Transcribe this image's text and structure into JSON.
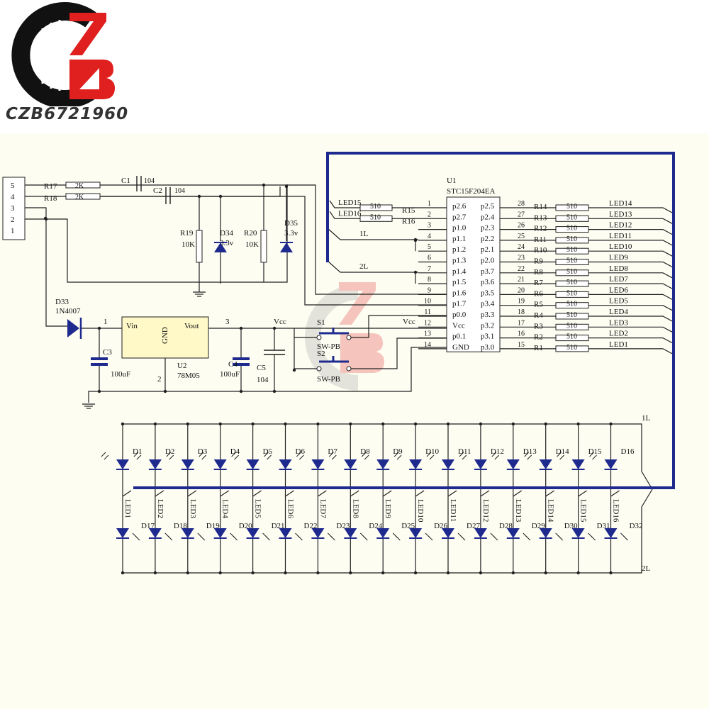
{
  "brand": {
    "text": "CZB6721960",
    "accent": "#e01f1f",
    "dark": "#111111"
  },
  "colors": {
    "schematic_bg": "#fdfdf2",
    "wire": "#202020",
    "bus": "#1f2a8f",
    "diode_fill": "#1f2a8f"
  },
  "connector": {
    "pins": [
      "5",
      "4",
      "3",
      "2",
      "1"
    ]
  },
  "input": {
    "r17": "R17",
    "r17_val": "2K",
    "r18": "R18",
    "r18_val": "2K",
    "c1": "C1",
    "c1_val": "104",
    "c2": "C2",
    "c2_val": "104",
    "r19": "R19",
    "r19_val": "10K",
    "r20": "R20",
    "r20_val": "10K",
    "d34": "D34",
    "d34_val": "3.3v",
    "d35": "D35",
    "d35_val": "3.3v"
  },
  "power": {
    "d33": "D33",
    "d33_val": "1N4007",
    "u2": "U2",
    "u2_val": "78M05",
    "vin": "Vin",
    "vout": "Vout",
    "gnd": "GND",
    "pin1": "1",
    "pin2": "2",
    "pin3": "3",
    "vcc": "Vcc",
    "c3": "C3",
    "c3_val": "100uF",
    "c4": "C4",
    "c4_val": "100uF",
    "c5": "C5",
    "c5_val": "104"
  },
  "switches": {
    "s1": "S1",
    "s1_val": "SW-PB",
    "s2": "S2",
    "s2_val": "SW-PB",
    "vcc": "Vcc"
  },
  "mcu": {
    "ref": "U1",
    "part": "STC15F204EA",
    "left_pins": [
      {
        "num": "1",
        "name": "p2.6"
      },
      {
        "num": "2",
        "name": "p2.7"
      },
      {
        "num": "3",
        "name": "p1.0"
      },
      {
        "num": "4",
        "name": "p1.1"
      },
      {
        "num": "5",
        "name": "p1.2"
      },
      {
        "num": "6",
        "name": "p1.3"
      },
      {
        "num": "7",
        "name": "p1.4"
      },
      {
        "num": "8",
        "name": "p1.5"
      },
      {
        "num": "9",
        "name": "p1.6"
      },
      {
        "num": "10",
        "name": "p1.7"
      },
      {
        "num": "11",
        "name": "p0.0"
      },
      {
        "num": "12",
        "name": "Vcc"
      },
      {
        "num": "13",
        "name": "p0.1"
      },
      {
        "num": "14",
        "name": "GND"
      }
    ],
    "right_pins": [
      {
        "num": "28",
        "name": "p2.5"
      },
      {
        "num": "27",
        "name": "p2.4"
      },
      {
        "num": "26",
        "name": "p2.3"
      },
      {
        "num": "25",
        "name": "p2.2"
      },
      {
        "num": "24",
        "name": "p2.1"
      },
      {
        "num": "23",
        "name": "p2.0"
      },
      {
        "num": "22",
        "name": "p3.7"
      },
      {
        "num": "21",
        "name": "p3.6"
      },
      {
        "num": "20",
        "name": "p3.5"
      },
      {
        "num": "19",
        "name": "p3.4"
      },
      {
        "num": "18",
        "name": "p3.3"
      },
      {
        "num": "17",
        "name": "p3.2"
      },
      {
        "num": "16",
        "name": "p3.1"
      },
      {
        "num": "15",
        "name": "p3.0"
      }
    ],
    "left_resistors": [
      {
        "led": "LED15",
        "val": "510",
        "ref": "R15"
      },
      {
        "led": "LED16",
        "val": "510",
        "ref": "R16"
      }
    ],
    "right_resistors": [
      {
        "ref": "R14",
        "val": "510",
        "led": "LED14"
      },
      {
        "ref": "R13",
        "val": "510",
        "led": "LED13"
      },
      {
        "ref": "R12",
        "val": "510",
        "led": "LED12"
      },
      {
        "ref": "R11",
        "val": "510",
        "led": "LED11"
      },
      {
        "ref": "R10",
        "val": "510",
        "led": "LED10"
      },
      {
        "ref": "R9",
        "val": "510",
        "led": "LED9"
      },
      {
        "ref": "R8",
        "val": "510",
        "led": "LED8"
      },
      {
        "ref": "R7",
        "val": "510",
        "led": "LED7"
      },
      {
        "ref": "R6",
        "val": "510",
        "led": "LED6"
      },
      {
        "ref": "R5",
        "val": "510",
        "led": "LED5"
      },
      {
        "ref": "R4",
        "val": "510",
        "led": "LED4"
      },
      {
        "ref": "R3",
        "val": "510",
        "led": "LED3"
      },
      {
        "ref": "R2",
        "val": "510",
        "led": "LED2"
      },
      {
        "ref": "R1",
        "val": "510",
        "led": "LED1"
      }
    ],
    "net_1l": "1L",
    "net_2l": "2L"
  },
  "leds": {
    "top_row": [
      "D1",
      "D2",
      "D3",
      "D4",
      "D5",
      "D6",
      "D7",
      "D8",
      "D9",
      "D10",
      "D11",
      "D12",
      "D13",
      "D14",
      "D15",
      "D16"
    ],
    "bottom_row": [
      "D17",
      "D18",
      "D19",
      "D20",
      "D21",
      "D22",
      "D23",
      "D24",
      "D25",
      "D26",
      "D27",
      "D28",
      "D29",
      "D30",
      "D31",
      "D32"
    ],
    "nets": [
      "LED1",
      "LED2",
      "LED3",
      "LED4",
      "LED5",
      "LED6",
      "LED7",
      "LED8",
      "LED9",
      "LED10",
      "LED11",
      "LED12",
      "LED13",
      "LED14",
      "LED15",
      "LED16"
    ],
    "rail_top": "1L",
    "rail_bottom": "2L"
  }
}
